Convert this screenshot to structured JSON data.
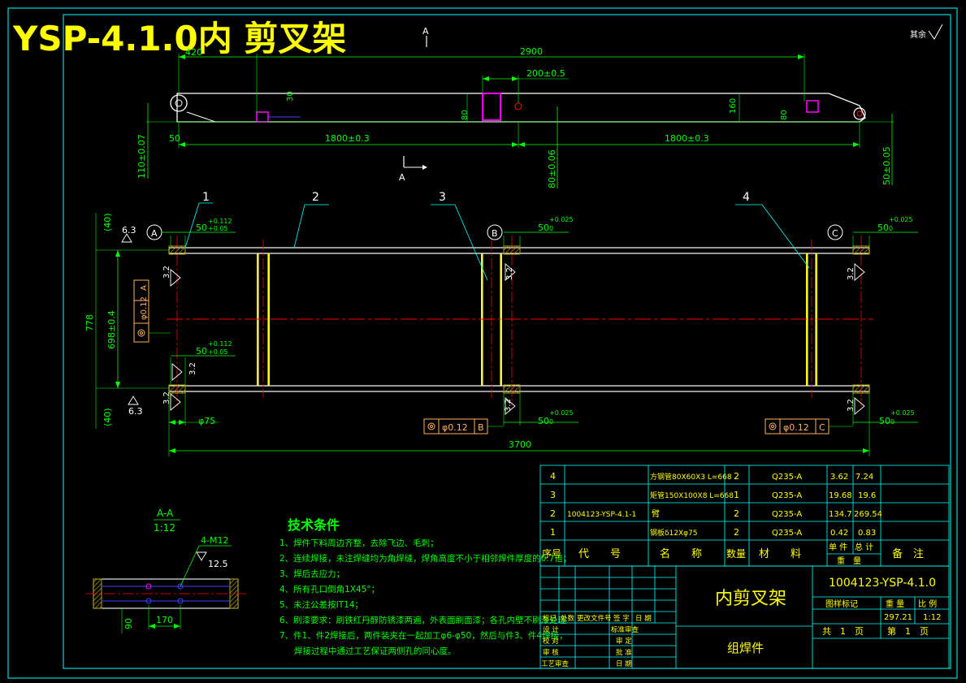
{
  "title": "YSP-4.1.0内 剪叉架",
  "corner_mark": "其余",
  "colors": {
    "bg": "#000000",
    "frame": "#00ffff",
    "part": "#ffffff",
    "dim": "#00ff00",
    "center": "#ff0000",
    "magenta": "#ff00ff",
    "blue": "#4040ff",
    "yellow": "#ffff00",
    "hatch": "#b0a000",
    "datum": "#ffb060"
  },
  "top_view": {
    "dims": {
      "d420": "420",
      "d2900": "2900",
      "d200": "200±0.5",
      "d30": "30",
      "d80a": "80",
      "d160": "160",
      "d80b": "80",
      "d50": "50",
      "d1800a": "1800±0.3",
      "d1800b": "1800±0.3",
      "d110": "110±0.07",
      "d80c": "80±0.06",
      "d50b": "50±0.05"
    },
    "section_letter": "A"
  },
  "main_view": {
    "balloons": [
      "1",
      "2",
      "3",
      "4"
    ],
    "datums": [
      "A",
      "B",
      "C"
    ],
    "dims": {
      "d40a": "(40)",
      "d63a": "6.3",
      "d50a_base": "50",
      "d50a_tol": "+0.112",
      "d50a_tol2": "+0.05",
      "d32a": "3.2",
      "d32b": "3.2",
      "d50b_base": "50",
      "d50b_tol": "+0.112",
      "d50b_tol2": "+0.05",
      "d32c": "3.2",
      "d778": "778",
      "d698": "698±0.4",
      "d40b": "(40)",
      "d63b": "6.3",
      "d75": "φ75",
      "d3700": "3700",
      "d50c_base": "50",
      "d50c_tol": "+0.025",
      "d50c_tol2": "0",
      "d32d": "3.2",
      "d50d_base": "50",
      "d50d_tol": "+0.025",
      "d50d_tol2": "0",
      "d32e": "3.2",
      "d50e_base": "50",
      "d50e_tol": "+0.025",
      "d50e_tol2": "0",
      "d32f": "3.2",
      "d50f_base": "50",
      "d50f_tol": "+0.025",
      "d50f_tol2": "0",
      "d32g": "3.2"
    },
    "frame_a": {
      "val": "φ0.12",
      "ref": "A"
    },
    "frame_b": {
      "val": "φ0.12",
      "ref": "B"
    },
    "frame_c": {
      "val": "φ0.12",
      "ref": "C"
    }
  },
  "section_view": {
    "label": "A-A",
    "scale": "1:12",
    "m12": "4-M12",
    "d125": "12.5",
    "d90": "90",
    "d170": "170"
  },
  "tech": {
    "heading": "技术条件",
    "lines": [
      "1、焊件下料周边齐整，去除飞边、毛刺；",
      "2、连续焊接，未注焊缝均为角焊缝，焊角高度不小于相邻焊件厚度的0.7倍；",
      "3、焊后去应力；",
      "4、所有孔口倒角1X45°；",
      "5、未注公差按IT14；",
      "6、刷漆要求：刷铁红丹醇防锈漆两遍，外表面刷面漆；各孔内壁不刷漆处理",
      "7、件1、件2焊接后，两件装夹在一起加工φ6-φ50，然后与件3、件4焊接，",
      "焊接过程中通过工艺保证两侧孔的同心度。"
    ]
  },
  "bom": {
    "rows": [
      {
        "no": "4",
        "code": "",
        "name": "方钢管80X60X3 L=668",
        "qty": "2",
        "mat": "Q235-A",
        "unit": "3.62",
        "total": "7.24"
      },
      {
        "no": "3",
        "code": "",
        "name": "矩管150X100X8 L=668",
        "qty": "1",
        "mat": "Q235-A",
        "unit": "19.68",
        "total": "19.6"
      },
      {
        "no": "2",
        "code": "1004123-YSP-4.1-1",
        "name": "臂",
        "qty": "2",
        "mat": "Q235-A",
        "unit": "134.7",
        "total": "269.54"
      },
      {
        "no": "1",
        "code": "",
        "name": "钢板δ12Xφ75",
        "qty": "2",
        "mat": "Q235-A",
        "unit": "0.42",
        "total": "0.83"
      }
    ],
    "head": {
      "no": "序号",
      "code": "代　　号",
      "name": "名　　称",
      "qty": "数量",
      "mat": "材　　料",
      "unit": "单 件",
      "total": "总 计",
      "wt": "重　量",
      "note": "备　注"
    }
  },
  "title_block": {
    "part_name": "内剪叉架",
    "type": "组焊件",
    "drawing_no": "1004123-YSP-4.1.0",
    "h_stage": "图样标记",
    "h_weight": "重 量",
    "h_scale": "比 例",
    "weight": "297.21",
    "scale": "1:12",
    "total_sheets": "共　1　页",
    "sheet": "第　1　页",
    "rev_cols": [
      "标记",
      "处数",
      "更改文件号",
      "签 字",
      "日 期"
    ],
    "sign_left": [
      "设 计",
      "校 对",
      "审 核",
      "工艺审查"
    ],
    "sign_right": [
      "标准审查",
      "审 定",
      "批 准",
      "日 期"
    ]
  }
}
